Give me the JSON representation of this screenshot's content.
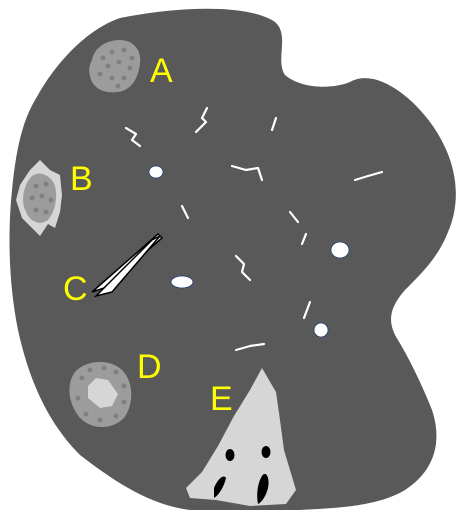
{
  "colors": {
    "tissue": "#595959",
    "lesion_gray": "#9c9c9c",
    "lesion_light": "#d6d6d6",
    "lesion_dot": "#808080",
    "vessel_fill": "#ffffff",
    "vessel_edge": "#1f3d78",
    "label": "#ffff00",
    "mark": "#000000"
  },
  "labels": {
    "a": "A",
    "b": "B",
    "c": "C",
    "d": "D",
    "e": "E"
  }
}
